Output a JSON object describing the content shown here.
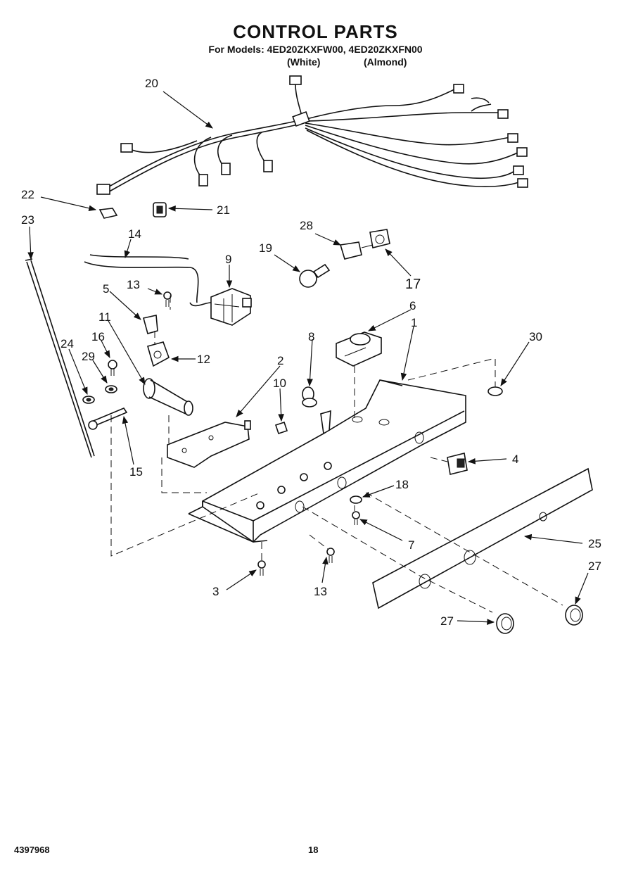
{
  "header": {
    "title": "CONTROL PARTS",
    "subtitle": "For Models: 4ED20ZKXFW00, 4ED20ZKXFN00",
    "variant_white": "(White)",
    "variant_almond": "(Almond)"
  },
  "footer": {
    "doc_number": "4397968",
    "page_number": "18"
  },
  "callouts": {
    "c1": "1",
    "c2": "2",
    "c3": "3",
    "c4": "4",
    "c5": "5",
    "c6": "6",
    "c7": "7",
    "c8": "8",
    "c9": "9",
    "c10": "10",
    "c11": "11",
    "c12": "12",
    "c13a": "13",
    "c13b": "13",
    "c14": "14",
    "c15": "15",
    "c16": "16",
    "c17": "17",
    "c18": "18",
    "c19": "19",
    "c20": "20",
    "c21": "21",
    "c22": "22",
    "c23": "23",
    "c24": "24",
    "c25": "25",
    "c27a": "27",
    "c27b": "27",
    "c28": "28",
    "c29": "29",
    "c30": "30"
  }
}
